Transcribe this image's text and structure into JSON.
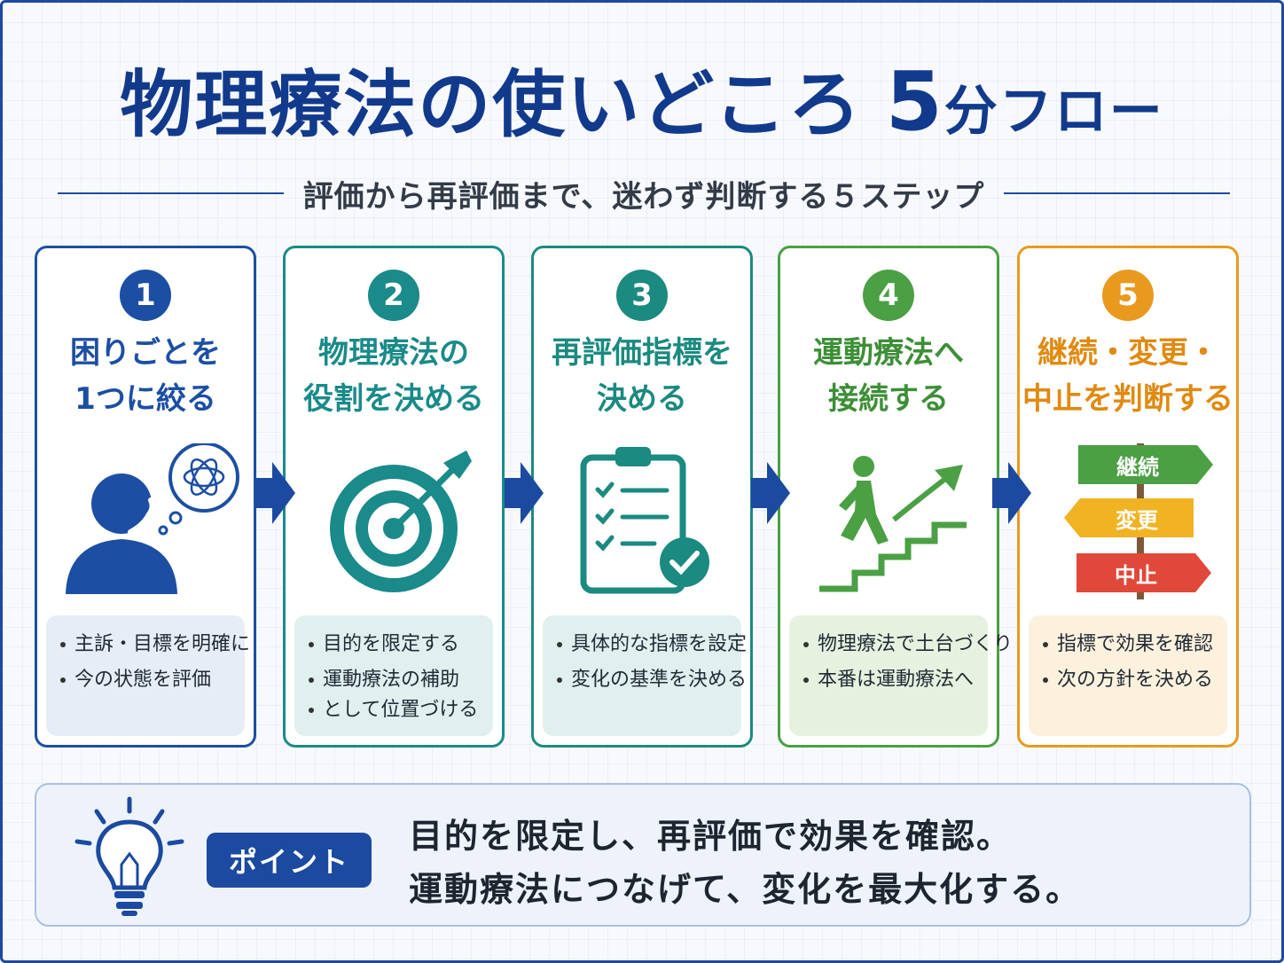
{
  "title": {
    "main": "物理療法の使いどころ",
    "number": "5",
    "suffix": "分フロー"
  },
  "subtitle": "評価から再評価まで、迷わず判断する５ステップ",
  "colors": {
    "step1": "#1c4fa3",
    "step2": "#1a8a8a",
    "step3": "#1b8a80",
    "step4": "#4aa043",
    "step5": "#e99a1e",
    "arrow": "#1b4aa0"
  },
  "steps": [
    {
      "number": "1",
      "title_lines": [
        "困りごとを",
        "1つに絞る"
      ],
      "icon": "thinking-person-icon",
      "notes": [
        "主訴・目標を明確に",
        "今の状態を評価"
      ]
    },
    {
      "number": "2",
      "title_lines": [
        "物理療法の",
        "役割を決める"
      ],
      "icon": "target-icon",
      "notes": [
        "目的を限定する",
        "運動療法の補助",
        "として位置づける"
      ]
    },
    {
      "number": "3",
      "title_lines": [
        "再評価指標を",
        "決める"
      ],
      "icon": "clipboard-checklist-icon",
      "notes": [
        "具体的な指標を設定",
        "変化の基準を決める"
      ]
    },
    {
      "number": "4",
      "title_lines": [
        "運動療法へ",
        "接続する"
      ],
      "icon": "stairs-climbing-icon",
      "notes": [
        "物理療法で土台づくり",
        "本番は運動療法へ"
      ]
    },
    {
      "number": "5",
      "title_lines": [
        "継続・変更・",
        "中止を判断する"
      ],
      "icon": "signpost-icon",
      "notes": [
        "指標で効果を確認",
        "次の方針を決める"
      ]
    }
  ],
  "signpost": {
    "continue": "継続",
    "change": "変更",
    "stop": "中止"
  },
  "point": {
    "label": "ポイント",
    "lines": [
      "目的を限定し、再評価で効果を確認。",
      "運動療法につなげて、変化を最大化する。"
    ]
  }
}
